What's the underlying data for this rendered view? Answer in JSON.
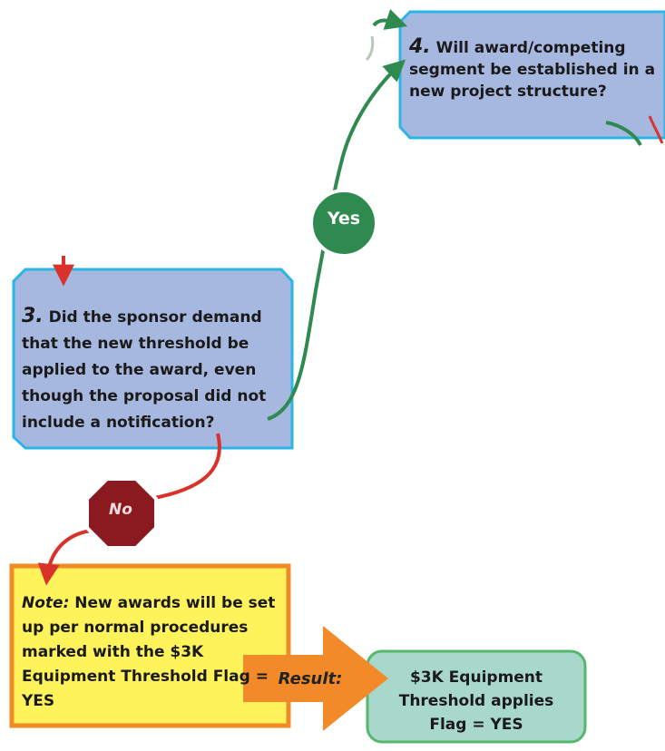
{
  "diagram": {
    "question4": {
      "number": "4.",
      "text": "Will award/competing segment be established in a new project structure?"
    },
    "question3": {
      "number": "3.",
      "text": "Did the sponsor demand that the new threshold be applied to the award, even though the proposal did not include a notification?"
    },
    "yes_label": "Yes",
    "no_label": "No",
    "note": {
      "label": "Note:",
      "text": "New awards will be set up per normal procedures marked with the $3K Equipment Threshold Flag = YES"
    },
    "result_arrow_label": "Result:",
    "result_box": {
      "line1": "$3K Equipment",
      "line2": "Threshold applies",
      "line3": "Flag = YES"
    },
    "colors": {
      "question_fill": "#a7b8e0",
      "question_border": "#29b6e6",
      "yes_green": "#2e8a4f",
      "no_red": "#8a1a1f",
      "connector_red": "#d8322b",
      "note_fill": "#fff35c",
      "note_border": "#f08a24",
      "result_fill": "#a8d8cc",
      "result_border": "#55b86a",
      "arrow_orange": "#f28a2a"
    }
  }
}
